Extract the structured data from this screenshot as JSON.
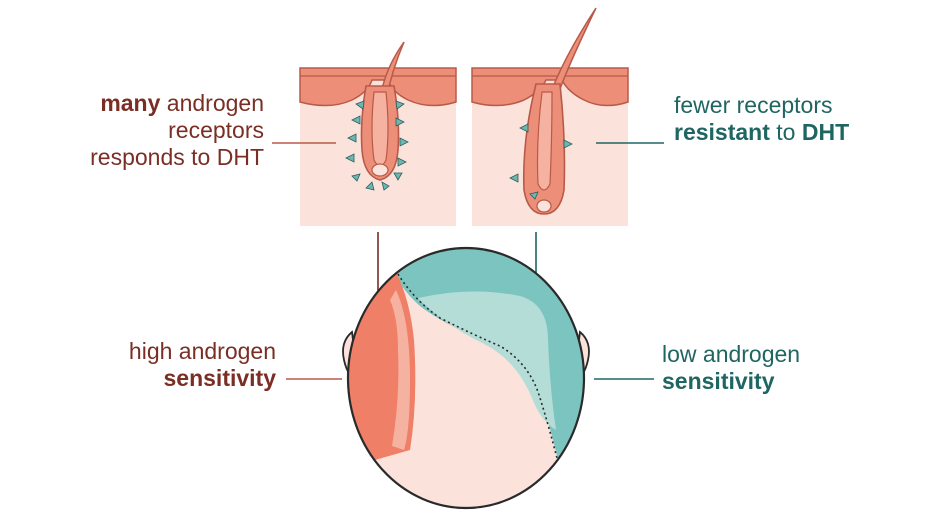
{
  "labels": {
    "top_left": {
      "emphasis": "many",
      "line1_rest": " androgen",
      "line2": "receptors",
      "line3": "responds to DHT"
    },
    "top_right": {
      "line1": "fewer receptors",
      "emphasis1": "resistant",
      "mid": " to ",
      "emphasis2": "DHT"
    },
    "mid_left": {
      "line1": "high androgen",
      "line2": "sensitivity"
    },
    "mid_right": {
      "line1": "low androgen",
      "line2": "sensitivity"
    }
  },
  "colors": {
    "rust_text": "#7a2e24",
    "teal_text": "#1f6663",
    "follicle_fill": "#ec8e78",
    "follicle_stroke": "#b85a48",
    "skin_bg": "#fbe3dc",
    "head_fill": "#fbe3dc",
    "head_stroke": "#2a2a2a",
    "sensitive_zone": "#f07f68",
    "sensitive_zone_light": "#f6b2a0",
    "resistant_zone": "#7cc4bf",
    "resistant_zone_light": "#b5ddd8",
    "receptor": "#6fb6b0"
  }
}
